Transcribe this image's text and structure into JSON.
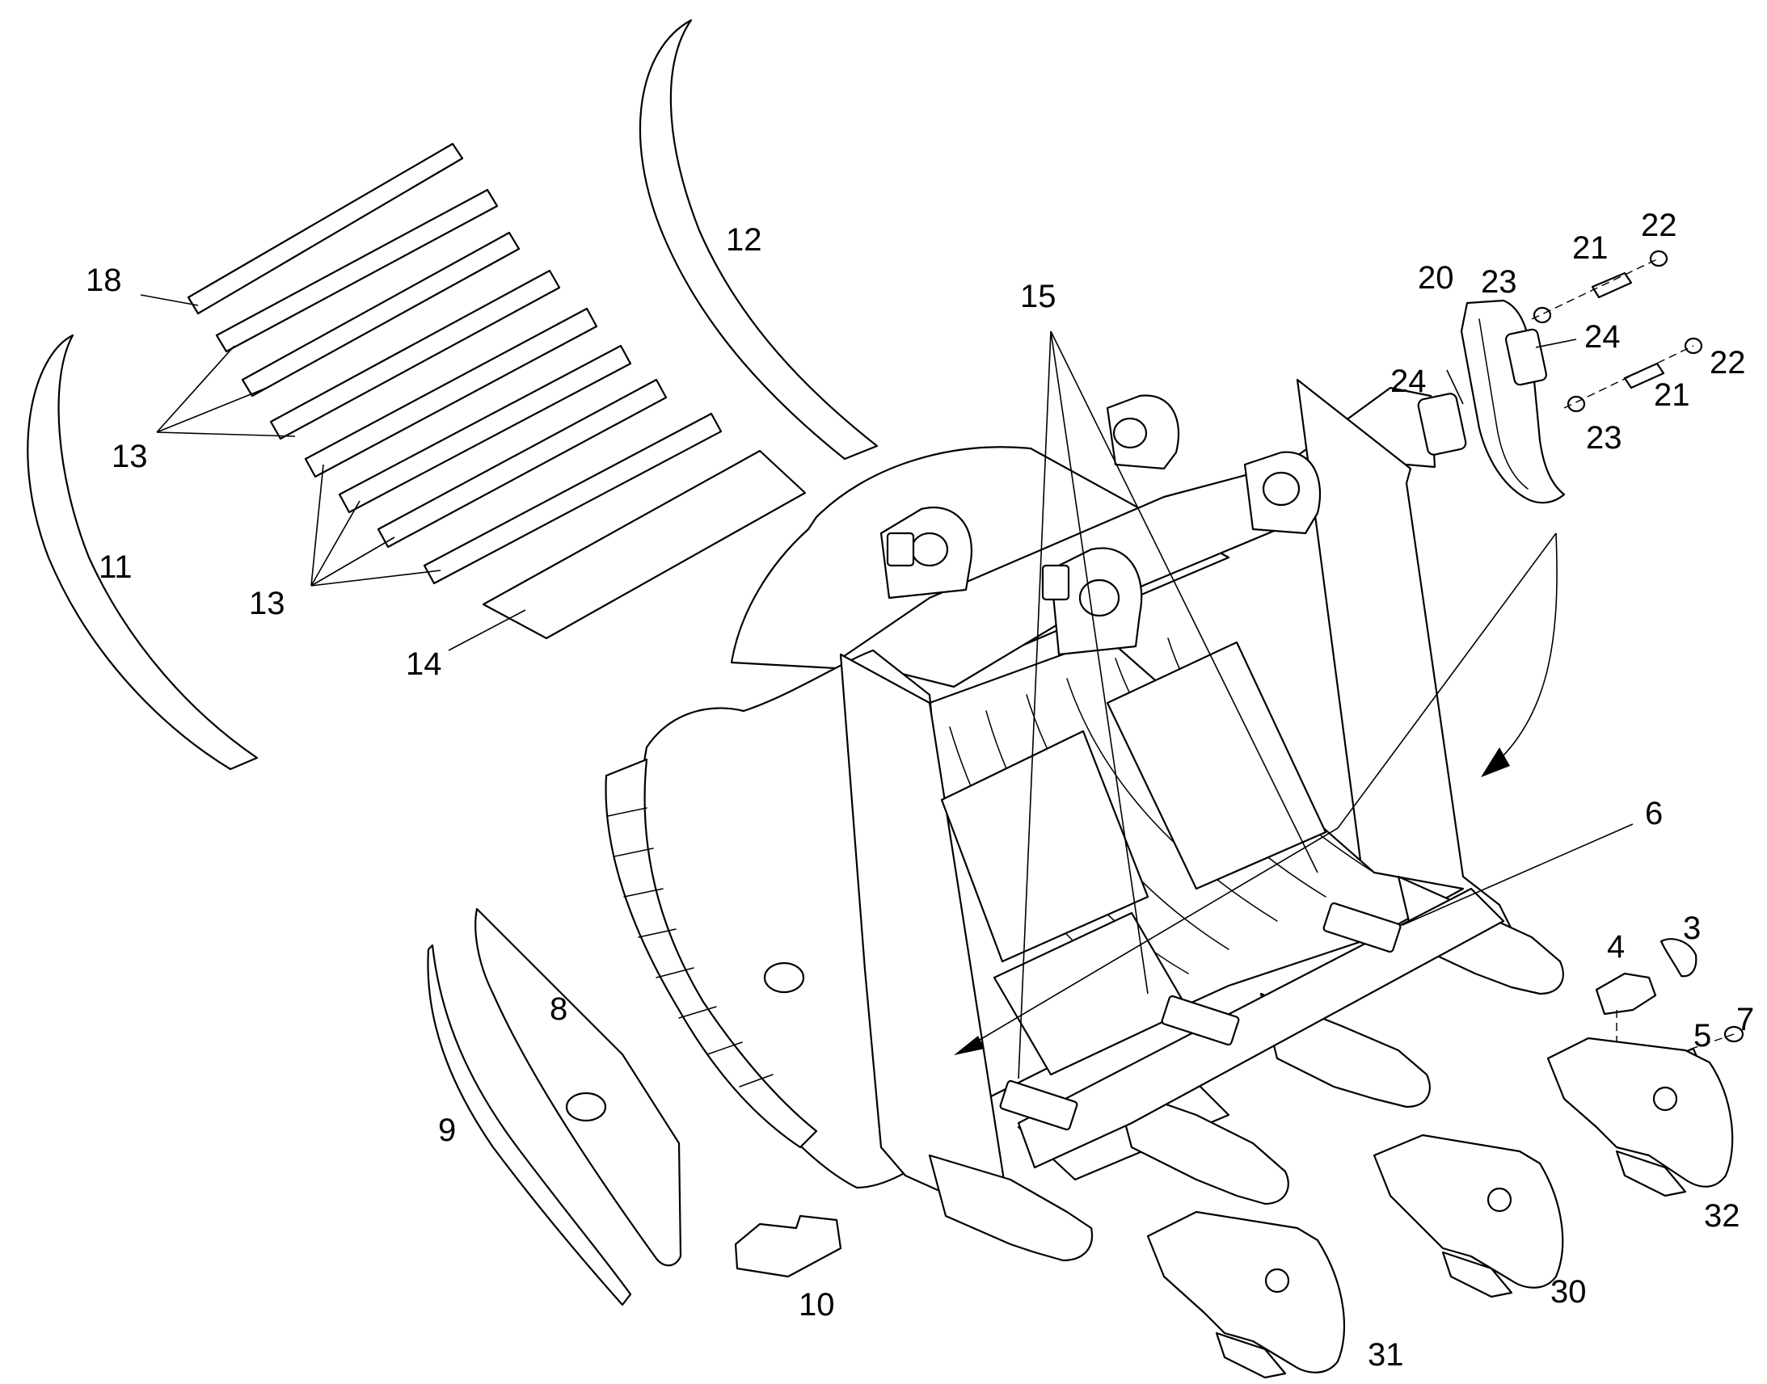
{
  "diagram": {
    "labels": {
      "p3": "3",
      "p4": "4",
      "p5": "5",
      "p6": "6",
      "p7": "7",
      "p8": "8",
      "p9": "9",
      "p10": "10",
      "p11": "11",
      "p12": "12",
      "p13a": "13",
      "p13b": "13",
      "p14": "14",
      "p15": "15",
      "p18": "18",
      "p20": "20",
      "p21a": "21",
      "p21b": "21",
      "p22a": "22",
      "p22b": "22",
      "p23a": "23",
      "p23b": "23",
      "p24a": "24",
      "p24b": "24",
      "p30": "30",
      "p31": "31",
      "p32": "32"
    },
    "colors": {
      "line": "#000000",
      "background": "#ffffff"
    }
  }
}
